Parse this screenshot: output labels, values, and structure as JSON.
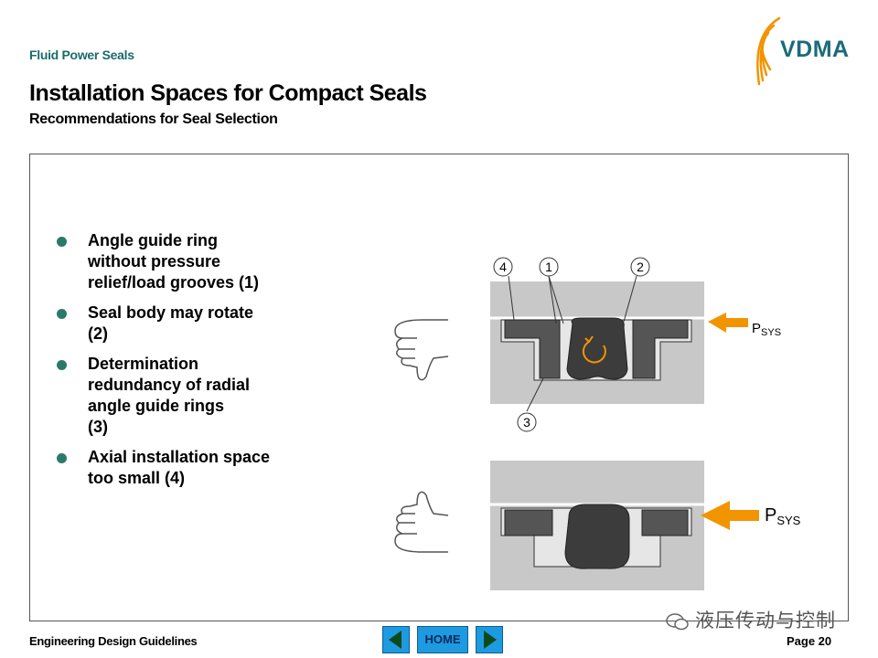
{
  "header": {
    "section": "Fluid Power Seals",
    "title": "Installation Spaces for Compact Seals",
    "subtitle": "Recommendations for Seal Selection",
    "logo_text": "VDMA"
  },
  "bullets": [
    {
      "text_lines": [
        "Angle guide ring",
        "without pressure",
        "relief/load grooves (1)"
      ]
    },
    {
      "text_lines": [
        "Seal body may rotate",
        "(2)"
      ]
    },
    {
      "text_lines": [
        "Determination",
        "redundancy of radial",
        "angle guide rings",
        "(3)"
      ]
    },
    {
      "text_lines": [
        "Axial installation space",
        "too small (4)"
      ]
    }
  ],
  "diagram_top": {
    "labels": [
      "4",
      "1",
      "2",
      "3"
    ],
    "pressure_label": "P",
    "pressure_sub": "SYS"
  },
  "diagram_bottom": {
    "pressure_label": "P",
    "pressure_sub": "SYS"
  },
  "footer": {
    "left": "Engineering Design Guidelines",
    "page": "Page  20",
    "home_label": "HOME"
  },
  "watermark": "液压传动与控制",
  "colors": {
    "section_title": "#1a6b6b",
    "bullet_dot": "#2a7a6a",
    "logo_arc": "#f29400",
    "logo_text": "#1a6b7a",
    "arrow": "#f29400",
    "nav_button": "#1e9ae0",
    "seal_dark": "#3c3c3c",
    "housing_gray": "#c8c8c8"
  }
}
